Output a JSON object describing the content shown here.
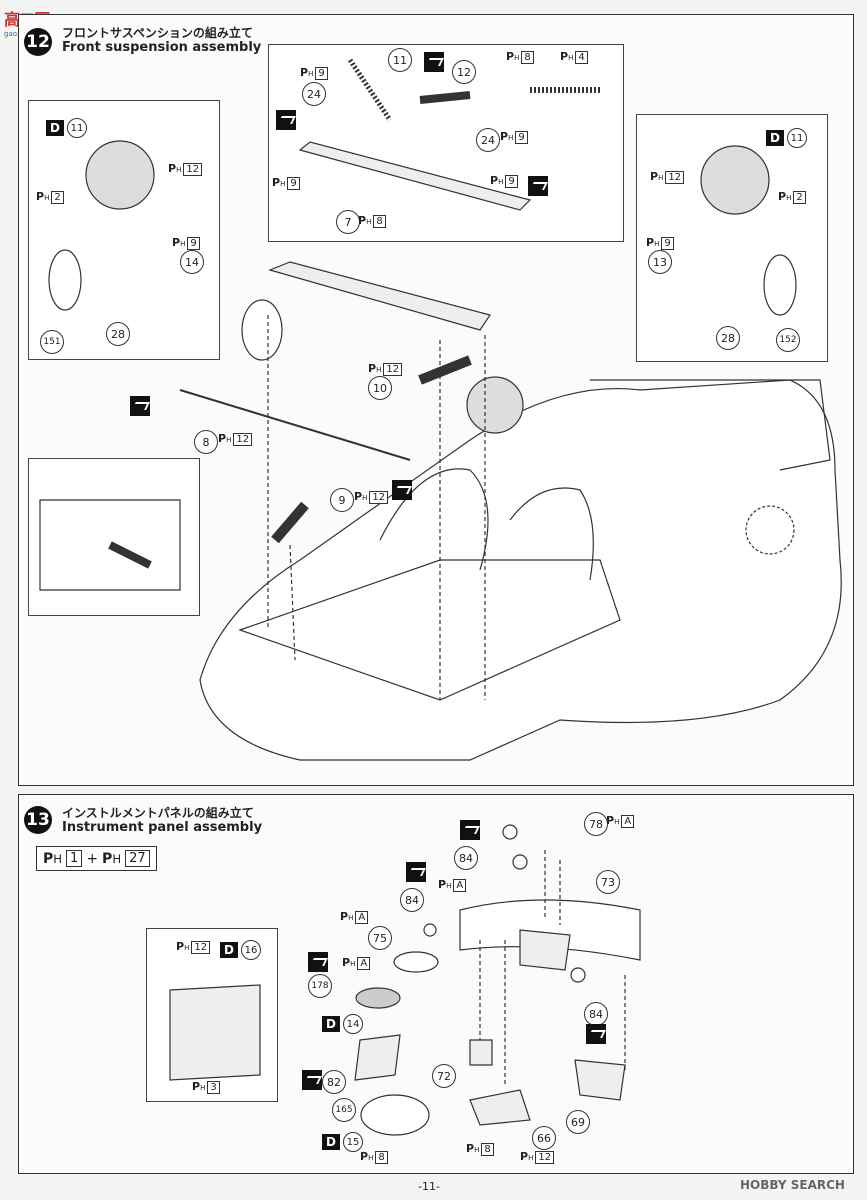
{
  "logo": {
    "main": "高☐网",
    "sub": "gao.com"
  },
  "step12": {
    "number": "12",
    "title_jp": "フロントサスペンションの組み立て",
    "title_en": "Front suspension assembly"
  },
  "step13": {
    "number": "13",
    "title_jp": "インストルメントパネルの組み立て",
    "title_en": "Instrument panel assembly",
    "mix": {
      "a": "1",
      "plus": "+",
      "b": "27"
    }
  },
  "paint_prefix": {
    "p": "P",
    "h": "H"
  },
  "d_letter": "D",
  "callouts12": [
    "11",
    "12",
    "24",
    "24",
    "7",
    "14",
    "28",
    "151",
    "13",
    "28",
    "152",
    "10",
    "8",
    "9"
  ],
  "paint12": [
    "9",
    "8",
    "4",
    "9",
    "9",
    "9",
    "8",
    "12",
    "2",
    "12",
    "2",
    "9",
    "9",
    "12",
    "12",
    "12"
  ],
  "dbadges12": [
    "11",
    "11"
  ],
  "callouts13": [
    "78",
    "84",
    "73",
    "84",
    "75",
    "178",
    "84",
    "82",
    "72",
    "165",
    "66",
    "69"
  ],
  "paint13": [
    "A",
    "A",
    "A",
    "A",
    "12",
    "3",
    "8",
    "8",
    "12"
  ],
  "dbadges13": [
    "16",
    "14",
    "15"
  ],
  "footer": {
    "page": "-11-",
    "watermark": "HOBBY SEARCH"
  }
}
